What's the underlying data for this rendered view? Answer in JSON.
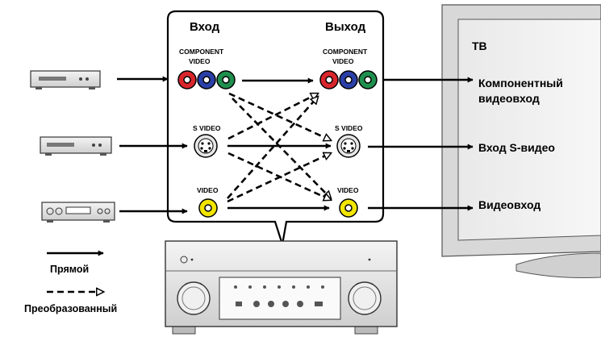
{
  "panel": {
    "input_title": "Вход",
    "output_title": "Выход"
  },
  "connectors": {
    "component_label_line1": "COMPONENT",
    "component_label_line2": "VIDEO",
    "svideo_label": "S VIDEO",
    "video_label": "VIDEO"
  },
  "tv": {
    "title": "ТВ",
    "component_input_line1": "Компонентный",
    "component_input_line2": "видеовход",
    "svideo_input": "Вход S-видео",
    "video_input": "Видеовход"
  },
  "legend": {
    "direct": "Прямой",
    "converted": "Преобразованный"
  },
  "colors": {
    "component_red": "#d9262c",
    "component_blue": "#2b3fa8",
    "component_green": "#1f8f4e",
    "composite_yellow": "#f2e600"
  }
}
